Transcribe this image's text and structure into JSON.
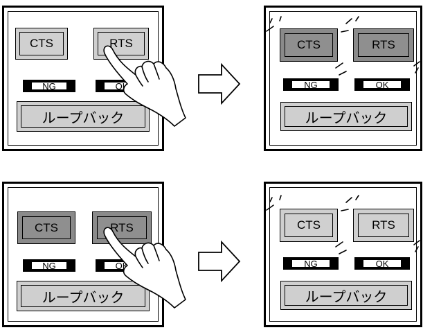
{
  "buttons": {
    "cts": "CTS",
    "rts": "RTS",
    "ng": "NG",
    "ok": "OK",
    "loopback": "ループバック"
  }
}
